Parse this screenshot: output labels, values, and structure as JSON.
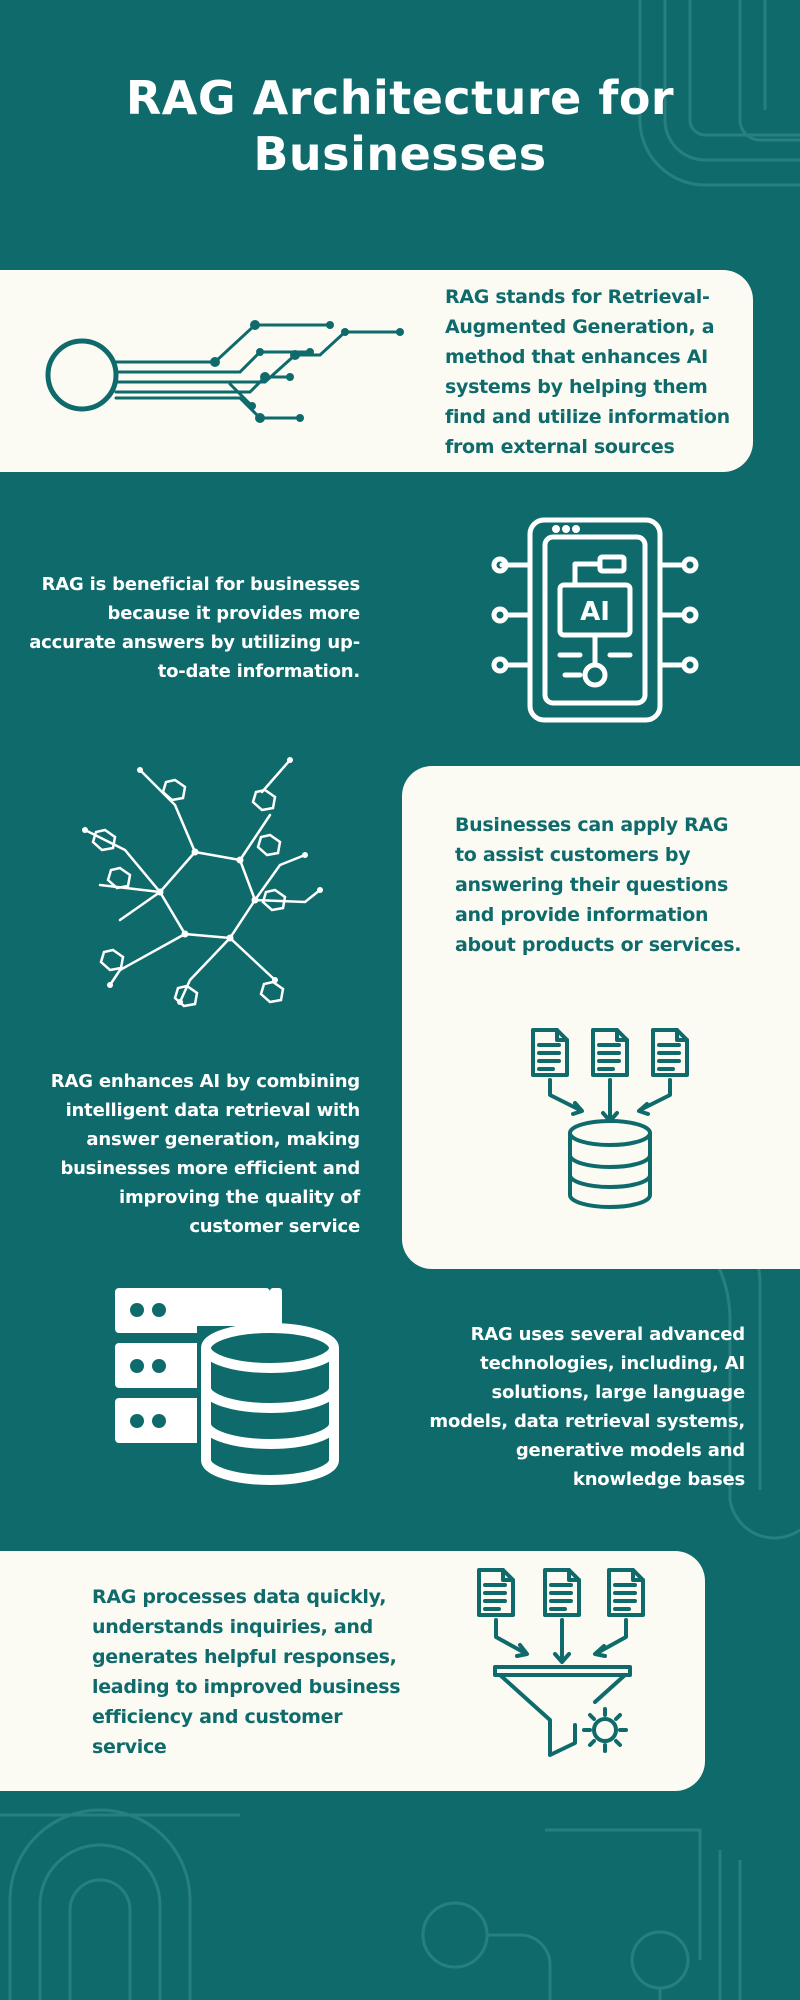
{
  "title": "RAG Architecture for Businesses",
  "colors": {
    "background": "#0f6b6b",
    "card": "#fbfaf3",
    "text_light": "#ffffff",
    "text_dark": "#0f6b6b"
  },
  "sections": [
    {
      "text": "RAG stands for Retrieval-Augmented Generation, a method that enhances AI systems by helping them find and utilize information from external sources",
      "icon": "circuit-lines-icon"
    },
    {
      "text": "RAG is beneficial for businesses because it provides more accurate answers by utilizing up-to-date information.",
      "icon": "ai-phone-icon"
    },
    {
      "text": "Businesses can apply RAG to assist customers by answering their questions and provide information about products or services.",
      "icon": "molecule-network-icon"
    },
    {
      "text": "RAG enhances AI by combining intelligent data retrieval with answer generation, making businesses more efficient and improving the quality of customer service",
      "icon": "documents-to-database-icon"
    },
    {
      "text": "RAG uses several advanced technologies, including, AI solutions, large language models, data retrieval systems, generative models and knowledge bases",
      "icon": "server-database-icon"
    },
    {
      "text": "RAG processes data quickly, understands inquiries, and generates helpful responses, leading to improved business efficiency and customer service",
      "icon": "documents-funnel-gear-icon"
    }
  ],
  "icon_labels": {
    "ai_chip": "AI"
  }
}
